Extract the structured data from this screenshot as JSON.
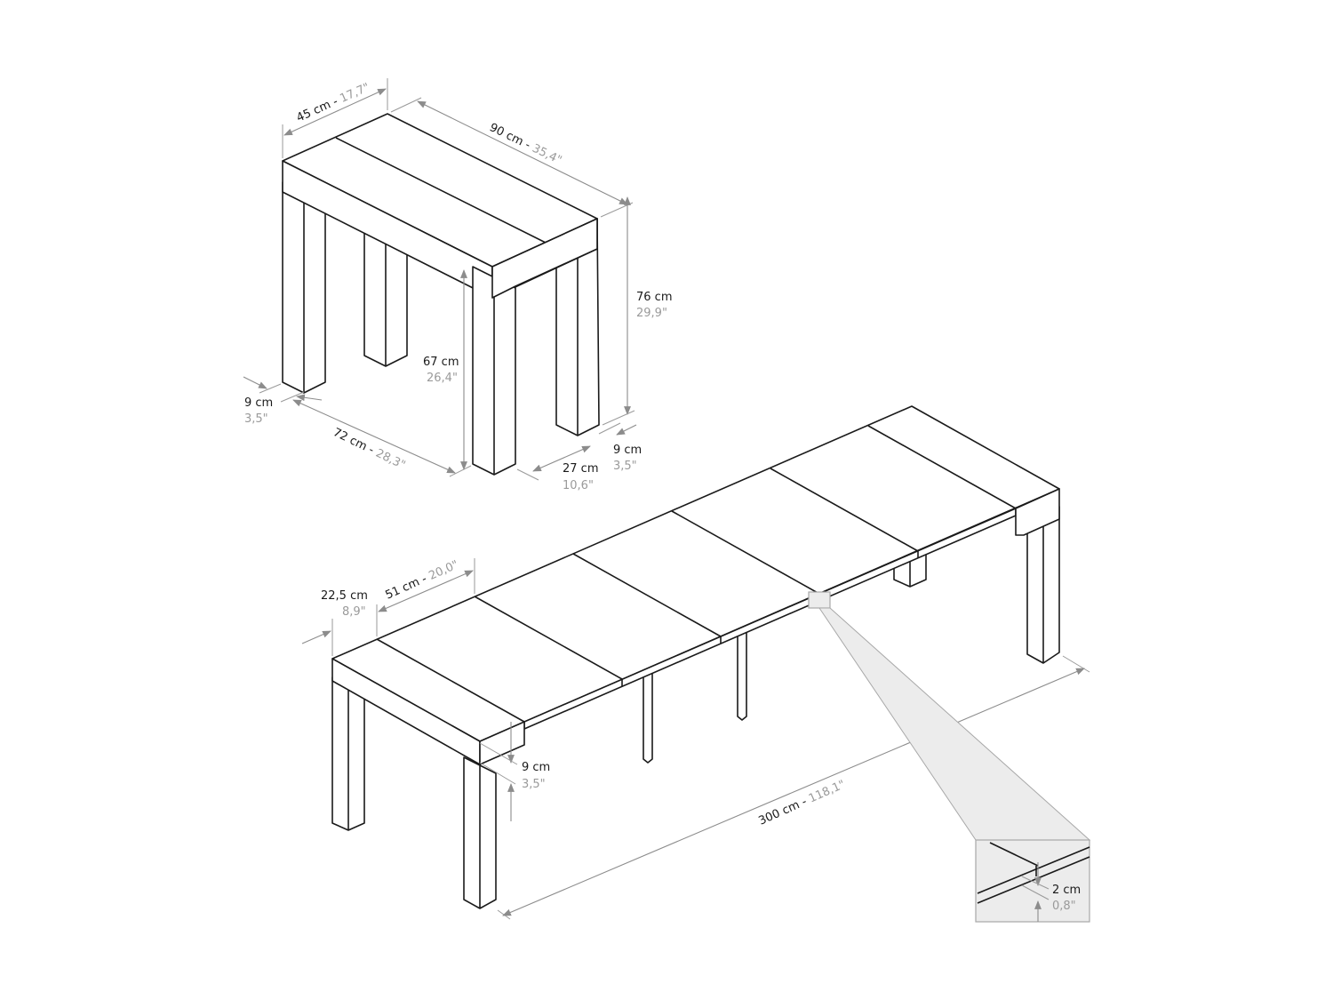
{
  "diagram": {
    "subject": "Extendable console table dimensions",
    "colors": {
      "outline": "#1a1a1a",
      "dimension_line": "#8c8c8c",
      "metric_text": "#1a1a1a",
      "imperial_text": "#9a9a9a",
      "callout_fill": "#ececec"
    },
    "closed_view": {
      "depth": {
        "cm": "45 cm",
        "sep": " - ",
        "inch": "17,7\""
      },
      "width": {
        "cm": "90 cm",
        "sep": " - ",
        "inch": "35,4\""
      },
      "height": {
        "cm": "76 cm",
        "inch": "29,9\""
      },
      "leg_clearance": {
        "cm": "67 cm",
        "inch": "26,4\""
      },
      "leg_thickness_left": {
        "cm": "9 cm",
        "inch": "3,5\""
      },
      "inner_leg_span": {
        "cm": "72 cm",
        "sep": " - ",
        "inch": "28,3\""
      },
      "inner_leg_gap": {
        "cm": "27 cm",
        "inch": "10,6\""
      },
      "leg_thickness_right": {
        "cm": "9 cm",
        "inch": "3,5\""
      }
    },
    "extended_view": {
      "end_panel": {
        "cm": "22,5 cm",
        "inch": "8,9\""
      },
      "leaf_width": {
        "cm": "51 cm",
        "sep": " - ",
        "inch": "20,0\""
      },
      "apron_height": {
        "cm": "9 cm",
        "inch": "3,5\""
      },
      "total_length": {
        "cm": "300 cm",
        "sep": " - ",
        "inch": "118,1\""
      },
      "leaf_count": 5
    },
    "detail_callout": {
      "leaf_thickness": {
        "cm": "2 cm",
        "inch": "0,8\""
      }
    }
  }
}
